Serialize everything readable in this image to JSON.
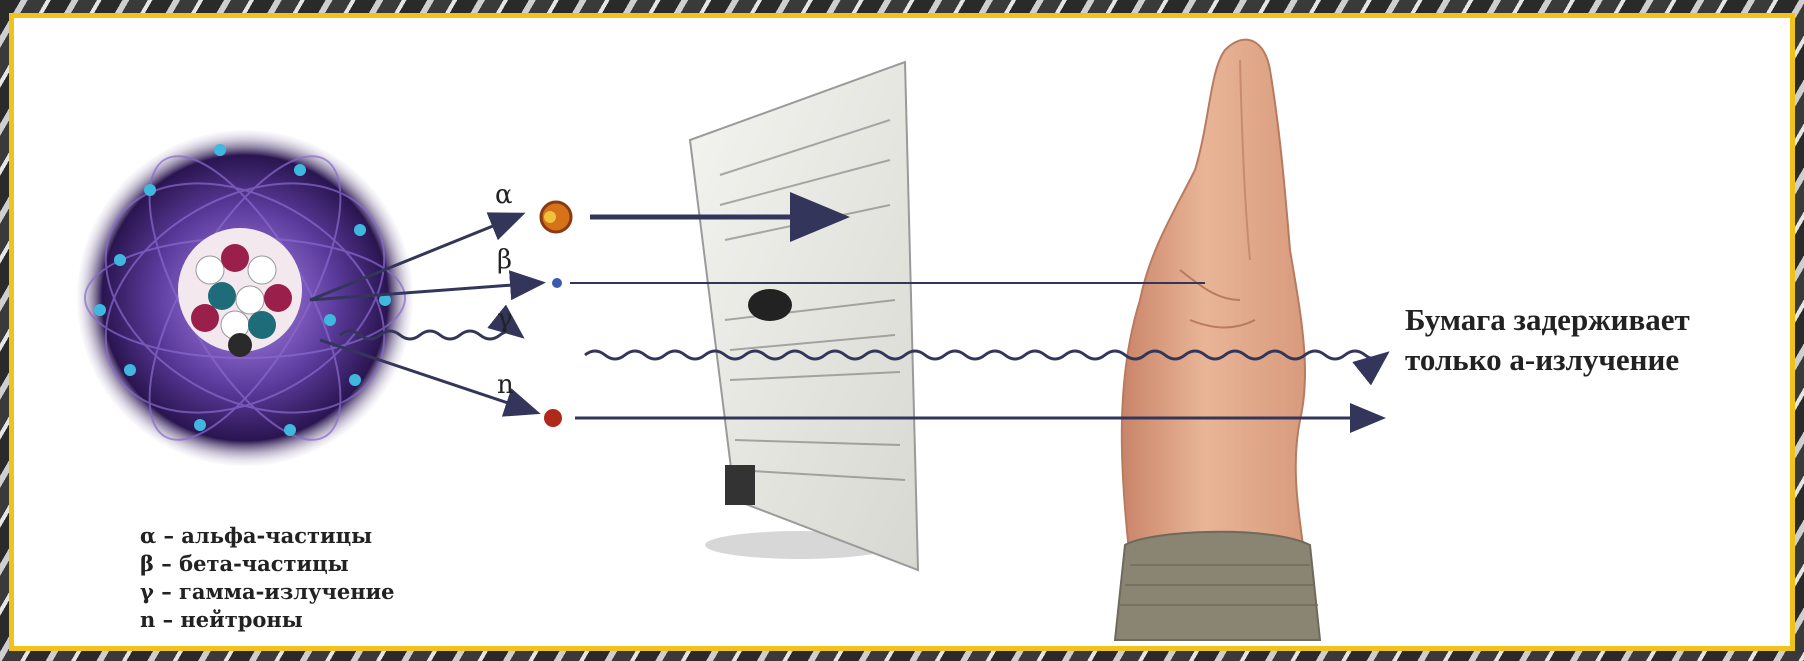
{
  "particles": {
    "alpha": "α",
    "beta": "β",
    "gamma": "γ",
    "neutron": "n"
  },
  "legend": [
    {
      "symbol": "α",
      "text": "– альфа-частицы"
    },
    {
      "symbol": "β",
      "text": "– бета-частицы"
    },
    {
      "symbol": "γ",
      "text": "– гамма-излучение"
    },
    {
      "symbol": "n",
      "text": "– нейтроны"
    }
  ],
  "caption": {
    "line1": "Бумага задерживает",
    "line2": "только а-излучение"
  },
  "colors": {
    "frame": "#f0c21a",
    "arrow": "#33365a",
    "atom": "#4a2a7a",
    "hand": "#e0a98a",
    "sleeve": "#8a8473"
  }
}
